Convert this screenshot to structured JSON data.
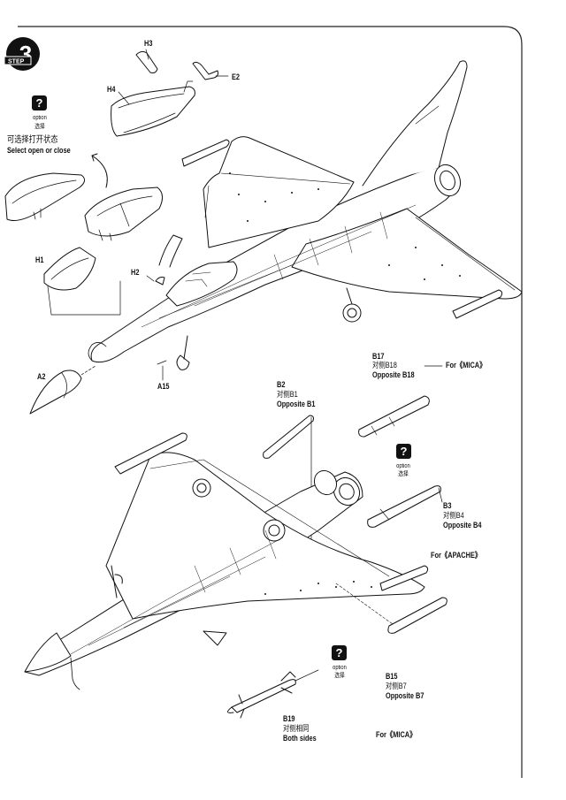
{
  "step": {
    "number": "3",
    "word": "STEP"
  },
  "option_top": {
    "q": "?",
    "label": "option",
    "cn": "选择"
  },
  "select_open": {
    "cn": "可选择打开状态",
    "en": "Select open or close"
  },
  "parts": {
    "h3": "H3",
    "h4": "H4",
    "e2": "E2",
    "h1": "H1",
    "h2": "H2",
    "a2": "A2",
    "a15": "A15"
  },
  "b17": {
    "code": "B17",
    "cn": "对侧B18",
    "en": "Opposite B18",
    "for": "For《MICA》"
  },
  "b2": {
    "code": "B2",
    "cn": "对侧B1",
    "en": "Opposite B1"
  },
  "option_mid": {
    "q": "?",
    "label": "option",
    "cn": "选择"
  },
  "b3": {
    "code": "B3",
    "cn": "对侧B4",
    "en": "Opposite B4",
    "for": "For《APACHE》"
  },
  "option_low": {
    "q": "?",
    "label": "option",
    "cn": "选择"
  },
  "b15": {
    "code": "B15",
    "cn": "对侧B7",
    "en": "Opposite B7",
    "for": "For《MICA》"
  },
  "b19": {
    "code": "B19",
    "cn": "对侧相同",
    "en": "Both sides"
  }
}
